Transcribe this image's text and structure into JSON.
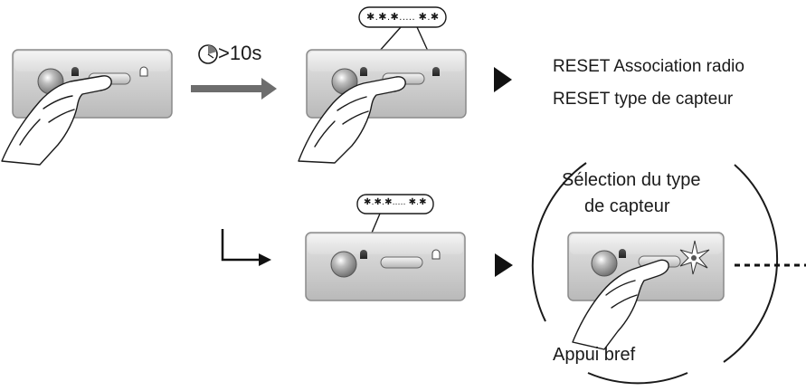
{
  "timer": {
    "label": ">10s",
    "icon": "clock-icon"
  },
  "blink_pattern": {
    "text": "✱.✱.✱..... ✱.✱"
  },
  "results": [
    "RESET Association radio",
    "RESET type de capteur"
  ],
  "zoom": {
    "title_line1": "Sélection du type",
    "title_line2": "de capteur",
    "hint": "Appui bref"
  },
  "colors": {
    "device_face": "#c9c9c9",
    "device_border": "#8a8a8a",
    "arrow": "#6d6d6d",
    "ink": "#1a1a1a"
  }
}
